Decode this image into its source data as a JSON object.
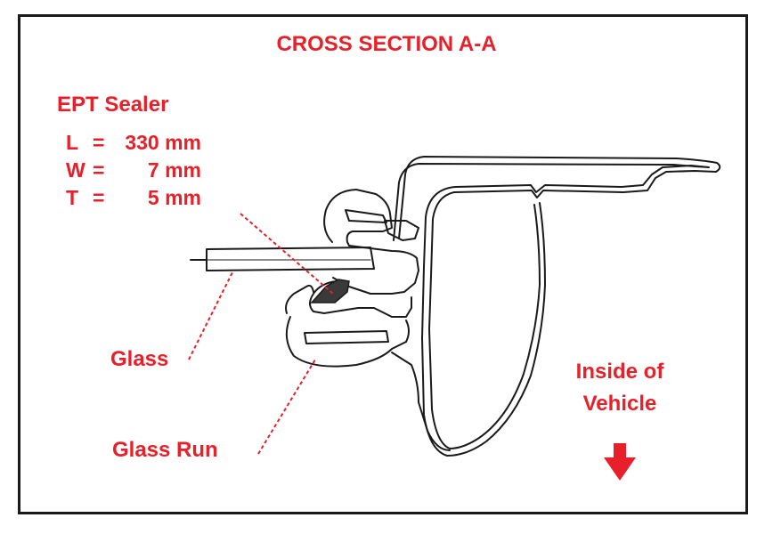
{
  "title": "CROSS SECTION A-A",
  "sealer": {
    "title": "EPT Sealer",
    "dimensions": [
      {
        "key": "L",
        "eq": "=",
        "value": "330 mm"
      },
      {
        "key": "W",
        "eq": "=",
        "value": "7 mm"
      },
      {
        "key": "T",
        "eq": "=",
        "value": "5 mm"
      }
    ]
  },
  "labels": {
    "glass": "Glass",
    "glass_run": "Glass Run",
    "inside_line1": "Inside of",
    "inside_line2": "Vehicle"
  },
  "colors": {
    "label": "#e8202a",
    "line": "#1a1a1a",
    "sealer_fill": "#3a3a3a"
  },
  "icons": {
    "direction": "arrow-down-icon"
  }
}
